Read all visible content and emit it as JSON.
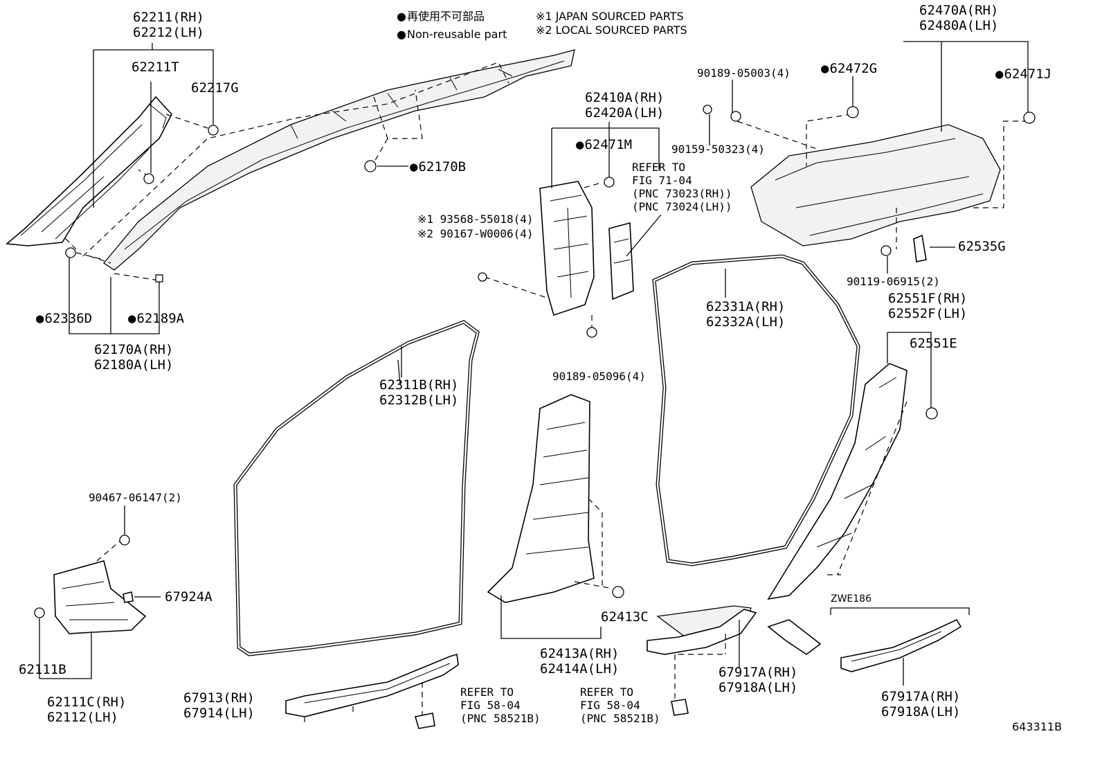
{
  "legend": {
    "non_reusable_jp": "再使用不可部品",
    "non_reusable_en": "Non-reusable part",
    "note1": "※1 JAPAN SOURCED PARTS",
    "note2": "※2 LOCAL SOURCED PARTS"
  },
  "labels": {
    "p62211": [
      "62211(RH)",
      "62212(LH)"
    ],
    "p62211T": "62211T",
    "p62217G": "62217G",
    "p62170B": "62170B",
    "p62336D": "62336D",
    "p62189A": "62189A",
    "p62170A": [
      "62170A(RH)",
      "62180A(LH)"
    ],
    "p62410A": [
      "62410A(RH)",
      "62420A(LH)"
    ],
    "p62471M": "62471M",
    "refer71": [
      "REFER TO",
      "FIG 71-04",
      "(PNC 73023(RH))",
      "(PNC 73024(LH))"
    ],
    "p93568": "※1 93568-55018(4)",
    "p90167": "※2 90167-W0006(4)",
    "p90189_05096": "90189-05096(4)",
    "p62470A": [
      "62470A(RH)",
      "62480A(LH)"
    ],
    "p90189_05003": "90189-05003(4)",
    "p62472G": "62472G",
    "p62471J": "62471J",
    "p90159": "90159-50323(4)",
    "p62535G": "62535G",
    "p90119": "90119-06915(2)",
    "p62331A": [
      "62331A(RH)",
      "62332A(LH)"
    ],
    "p62551F": [
      "62551F(RH)",
      "62552F(LH)"
    ],
    "p62551E": "62551E",
    "p62311B": [
      "62311B(RH)",
      "62312B(LH)"
    ],
    "p90467": "90467-06147(2)",
    "p67924A": "67924A",
    "p62111B": "62111B",
    "p62111C": [
      "62111C(RH)",
      "62112(LH)"
    ],
    "p67913": [
      "67913(RH)",
      "67914(LH)"
    ],
    "refer58a": [
      "REFER TO",
      "FIG 58-04",
      "(PNC 58521B)"
    ],
    "p62413C": "62413C",
    "p62413A": [
      "62413A(RH)",
      "62414A(LH)"
    ],
    "refer58b": [
      "REFER TO",
      "FIG 58-04",
      "(PNC 58521B)"
    ],
    "p67917A_a": [
      "67917A(RH)",
      "67918A(LH)"
    ],
    "zwe": "ZWE186",
    "p67917A_b": [
      "67917A(RH)",
      "67918A(LH)"
    ],
    "diagram_id": "643311B"
  }
}
